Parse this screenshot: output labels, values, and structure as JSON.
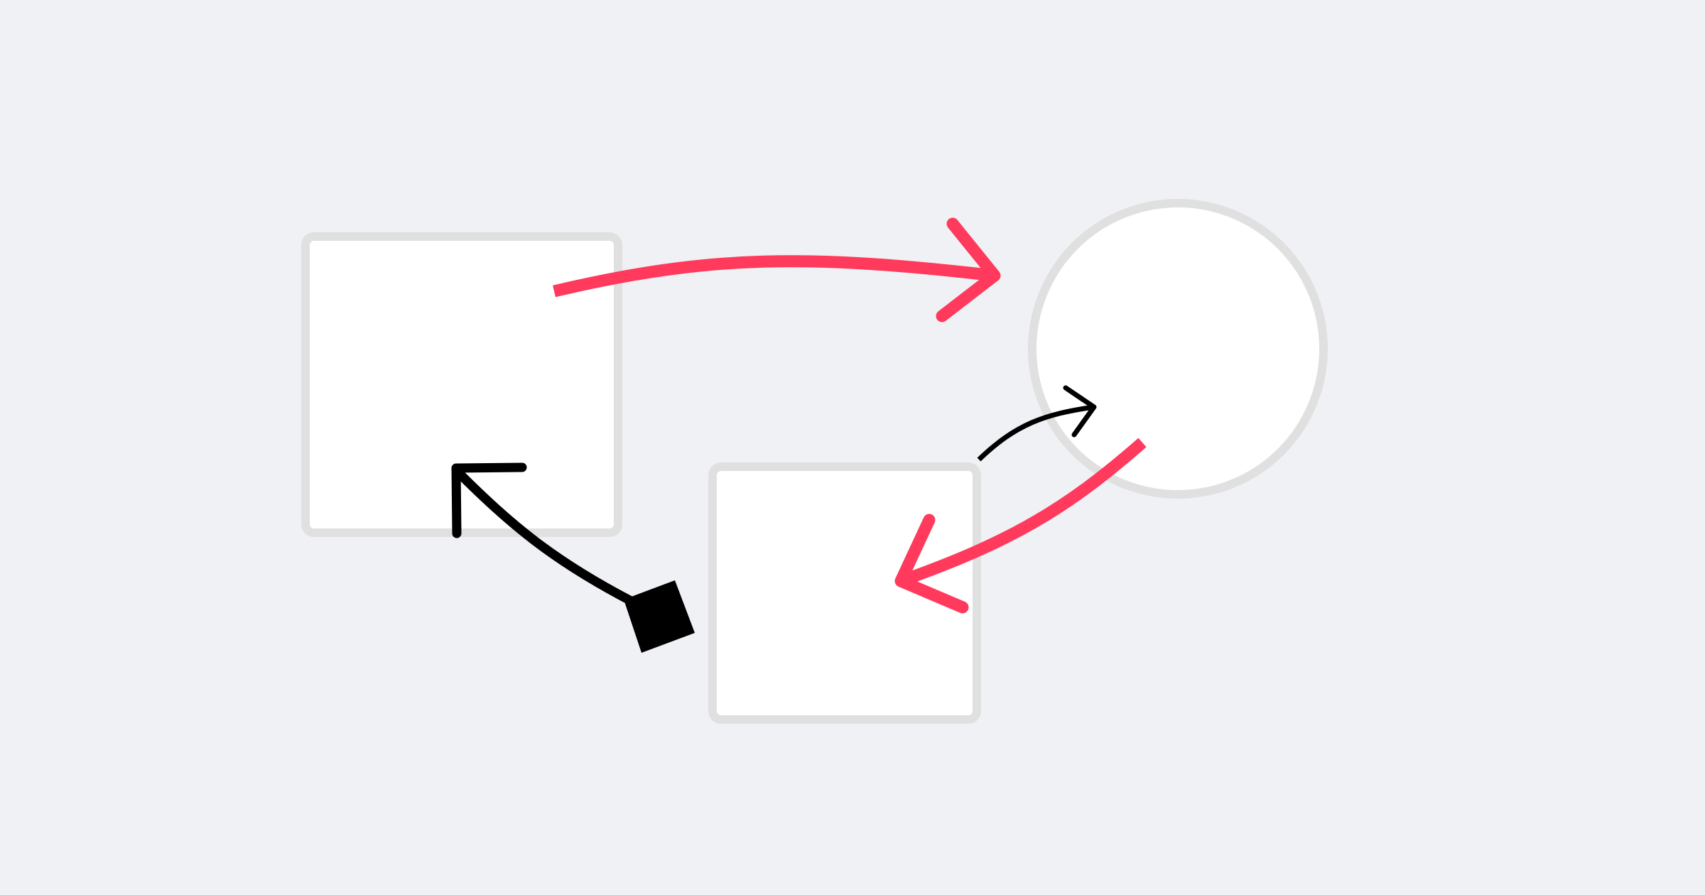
{
  "canvas": {
    "background": "#f0f1f5"
  },
  "shapes": [
    {
      "id": "square-left",
      "kind": "rounded-rectangle",
      "fill": "#ffffff",
      "stroke": "#e0e0e0"
    },
    {
      "id": "circle-right",
      "kind": "circle",
      "fill": "#ffffff",
      "stroke": "#e0e0e0"
    },
    {
      "id": "square-bottom",
      "kind": "rounded-rectangle",
      "fill": "#ffffff",
      "stroke": "#e0e0e0"
    }
  ],
  "connectors": [
    {
      "id": "arrow-left-square-to-circle",
      "from": "square-left",
      "to": "circle-right",
      "color": "#ff3a5c",
      "start_cap": "none",
      "end_cap": "open-arrow",
      "weight": "thick"
    },
    {
      "id": "arrow-circle-to-bottom-square",
      "from": "circle-right",
      "to": "square-bottom",
      "color": "#ff3a5c",
      "start_cap": "none",
      "end_cap": "open-arrow",
      "weight": "thick"
    },
    {
      "id": "arrow-bottom-square-to-circle",
      "from": "square-bottom",
      "to": "circle-right",
      "color": "#000000",
      "start_cap": "none",
      "end_cap": "open-arrow",
      "weight": "thin"
    },
    {
      "id": "arrow-diamond-to-left-square",
      "from": "square-bottom",
      "to": "square-left",
      "color": "#000000",
      "start_cap": "filled-diamond",
      "end_cap": "open-arrow",
      "weight": "medium"
    }
  ]
}
